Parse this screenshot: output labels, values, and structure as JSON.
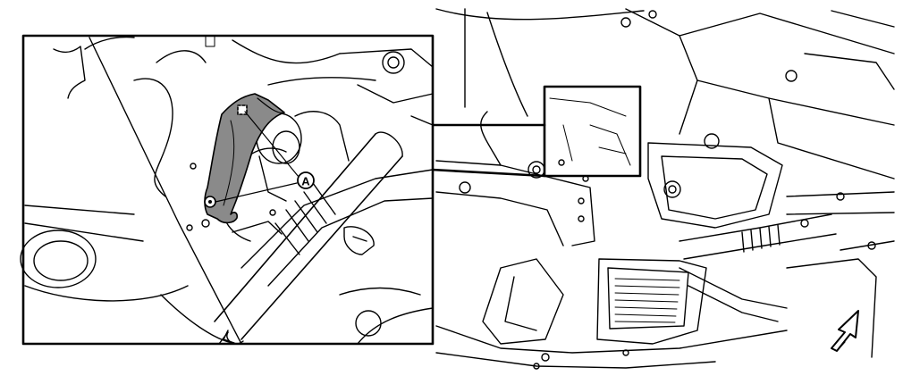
{
  "diagram": {
    "callout_label": "A",
    "colors": {
      "line": "#000000",
      "background": "#ffffff",
      "highlight_part": "#8a8a8a",
      "callout_fill": "#ffffff"
    },
    "icons": [
      "view-direction-arrow-icon",
      "callout-circle-icon",
      "clip-icon"
    ],
    "panels": [
      "detail-inset",
      "overview-underbody"
    ]
  }
}
